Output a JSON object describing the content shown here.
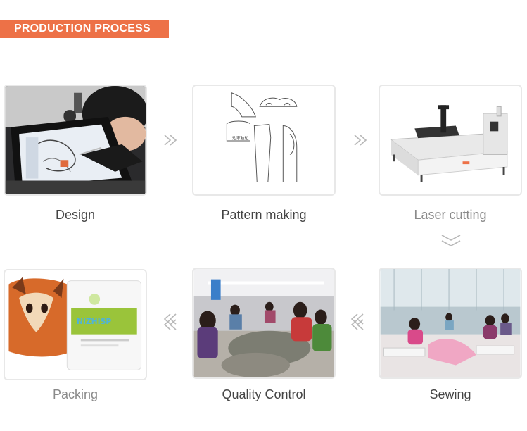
{
  "header": {
    "title": "PRODUCTION PROCESS"
  },
  "steps": [
    {
      "label": "Design"
    },
    {
      "label": "Pattern making"
    },
    {
      "label": "Laser cutting"
    },
    {
      "label": "Sewing"
    },
    {
      "label": "Quality Control"
    },
    {
      "label": "Packing"
    }
  ],
  "packing_bag_text": "NIZHISP",
  "pattern_note": "边家包边",
  "colors": {
    "accent": "#ed7147",
    "card_border": "#e8e8e8",
    "arrow": "#b8b8b8"
  }
}
